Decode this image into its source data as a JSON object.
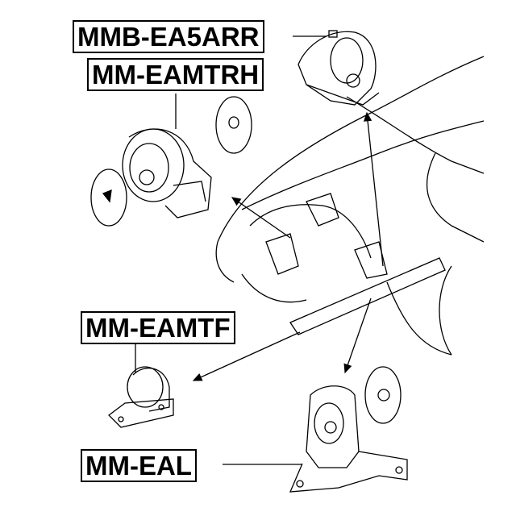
{
  "parts": [
    {
      "id": "mmb-ea5arr",
      "part_number": "MMB-EA5ARR"
    },
    {
      "id": "mm-eamtrh",
      "part_number": "MM-EAMTRH"
    },
    {
      "id": "mm-eamtf",
      "part_number": "MM-EAMTF"
    },
    {
      "id": "mm-eal",
      "part_number": "MM-EAL"
    }
  ],
  "colors": {
    "line": "#000000",
    "background": "#ffffff"
  }
}
